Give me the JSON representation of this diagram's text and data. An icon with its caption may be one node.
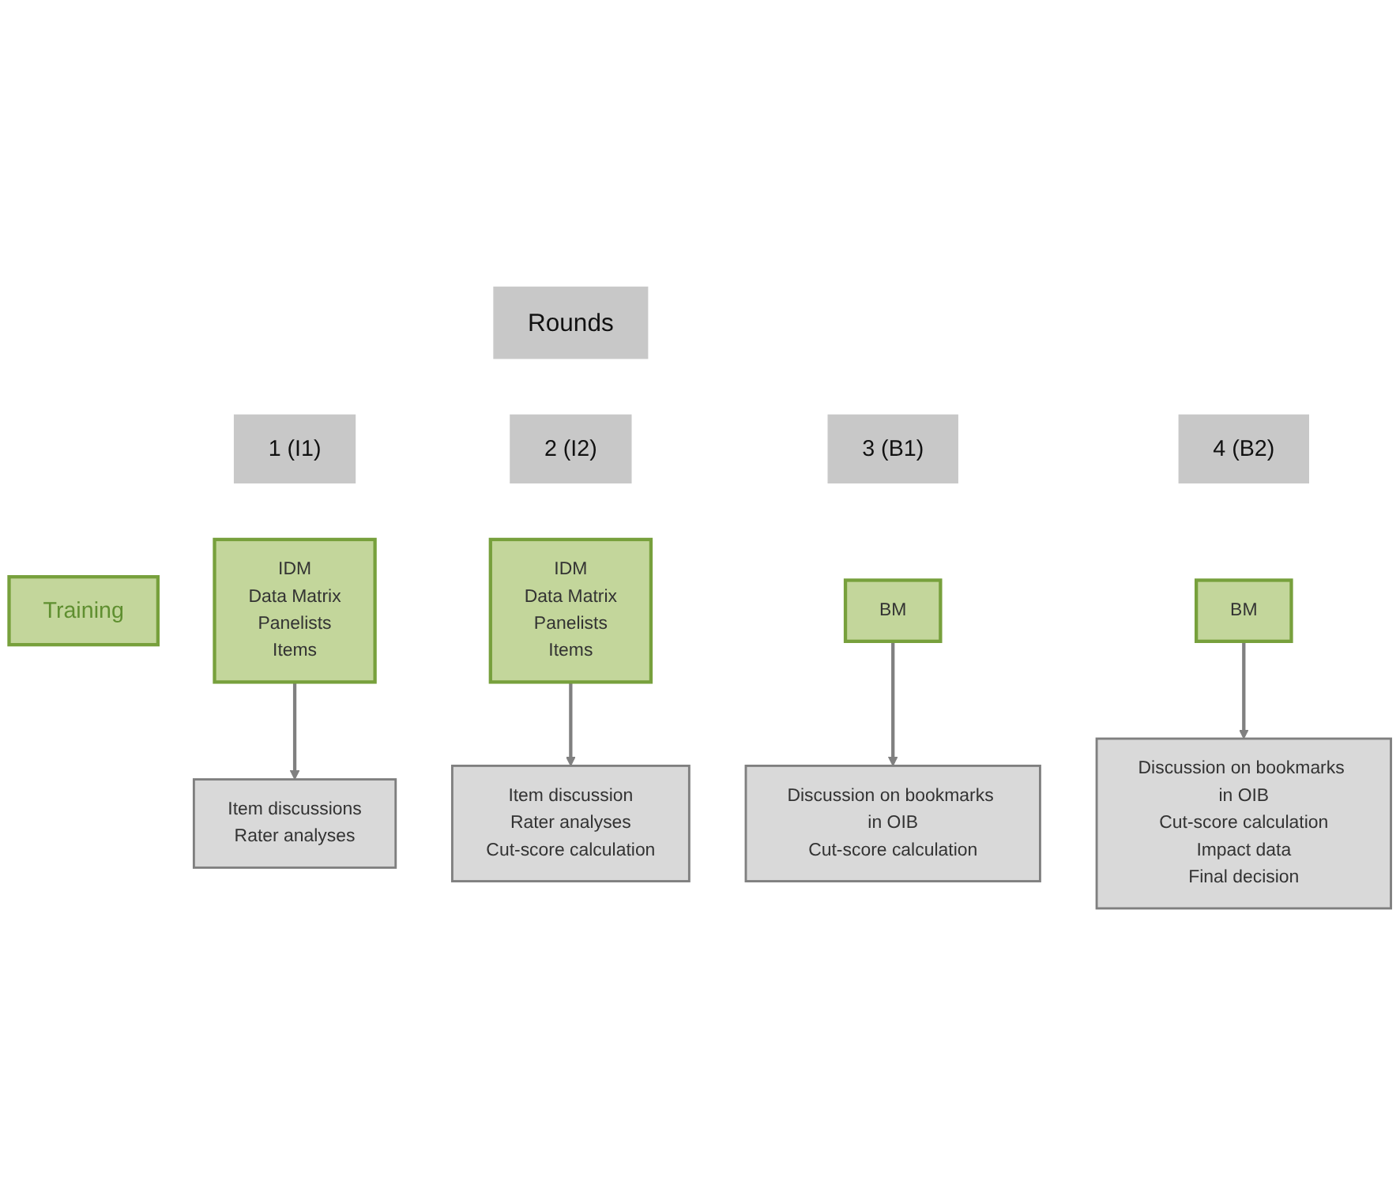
{
  "diagram": {
    "nodes": [
      {
        "text": [
          "Rounds"
        ]
      },
      {
        "text": [
          "1 (I1)"
        ]
      },
      {
        "text": [
          "2 (I2)"
        ]
      },
      {
        "text": [
          "3 (B1)"
        ]
      },
      {
        "text": [
          "4 (B2)"
        ]
      },
      {
        "text": [
          "Training"
        ]
      },
      {
        "text": [
          "IDM",
          "Data Matrix",
          "Panelists",
          "Items"
        ]
      },
      {
        "text": [
          "IDM",
          "Data Matrix",
          "Panelists",
          "Items"
        ]
      },
      {
        "text": [
          "BM"
        ]
      },
      {
        "text": [
          "BM"
        ]
      },
      {
        "text": [
          "Item discussions",
          "Rater analyses"
        ]
      },
      {
        "text": [
          "Item discussion",
          "Rater analyses",
          "Cut-score calculation"
        ]
      },
      {
        "text": [
          "Discussion on bookmarks in OIB",
          "Cut-score calculation"
        ]
      },
      {
        "text": [
          "Discussion on bookmarks in OIB",
          "Cut-score calculation",
          "Impact data",
          "Final decision"
        ]
      }
    ],
    "edges": [
      {
        "from": 6,
        "to": 10,
        "arrow": "to"
      },
      {
        "from": 7,
        "to": 11,
        "arrow": "to"
      },
      {
        "from": 8,
        "to": 12,
        "arrow": "to"
      },
      {
        "from": 9,
        "to": 13,
        "arrow": "to"
      }
    ]
  }
}
